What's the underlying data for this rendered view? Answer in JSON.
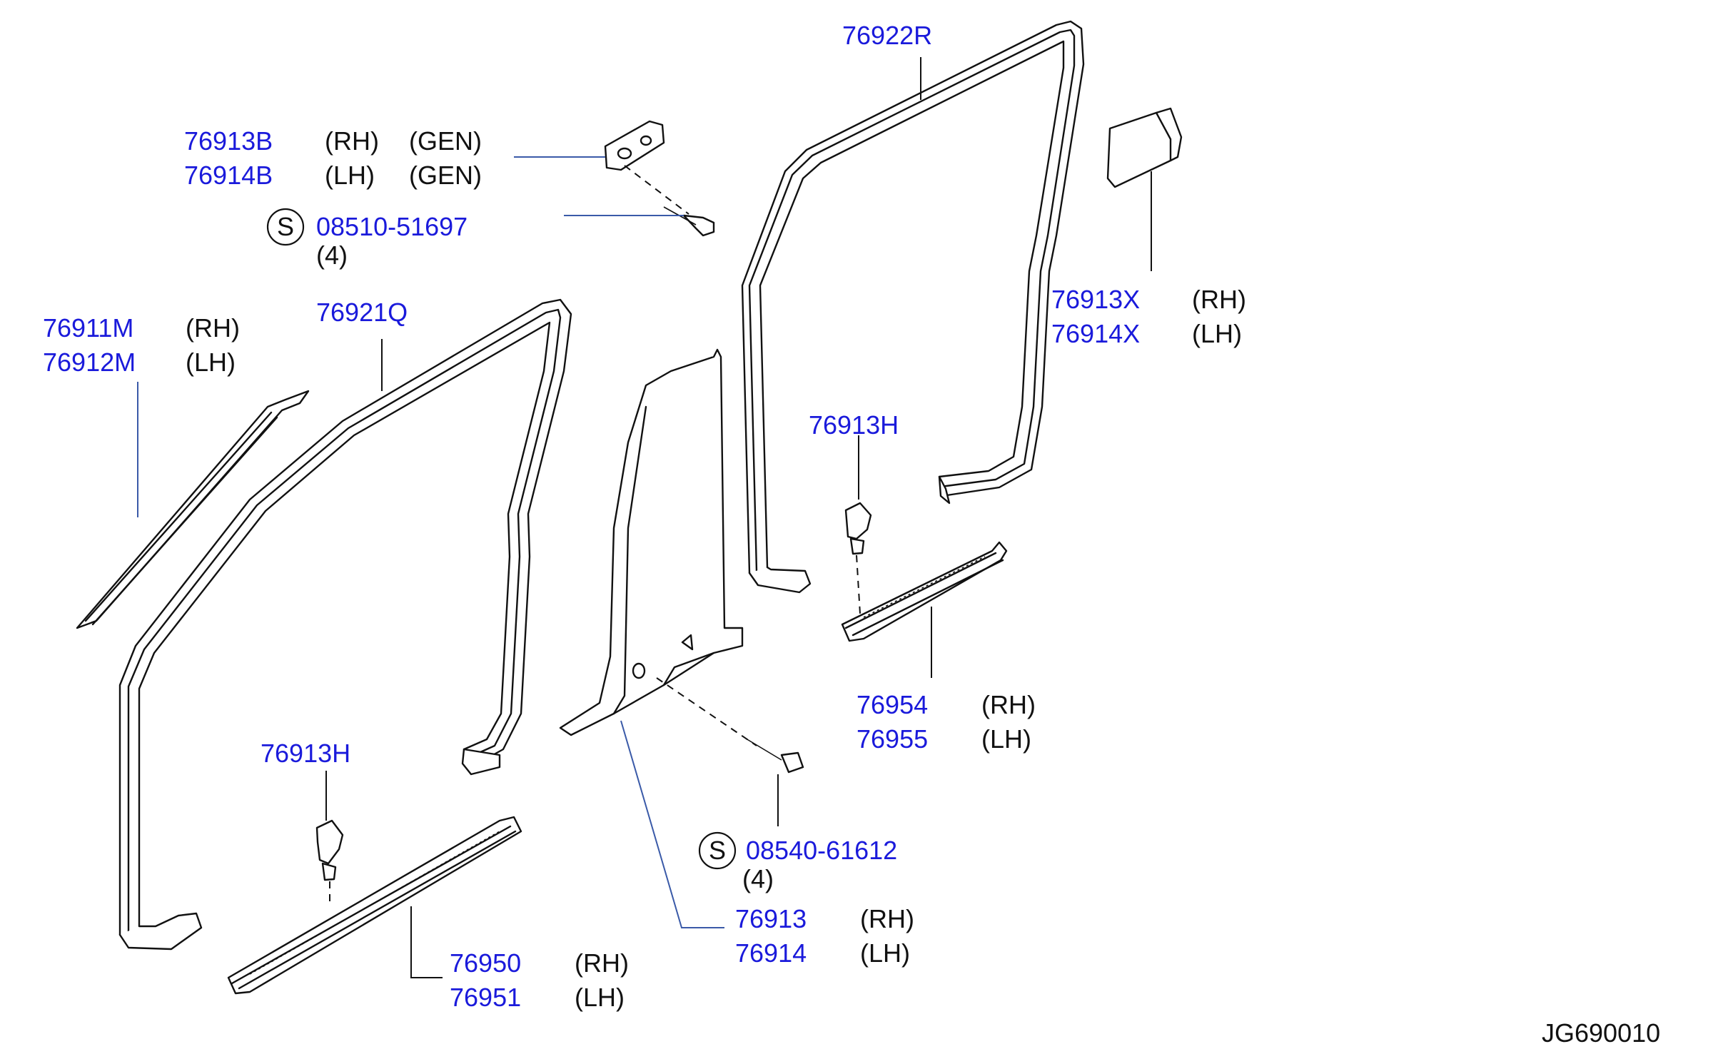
{
  "parts": {
    "p76922R": "76922R",
    "p76913B": "76913B",
    "p76914B": "76914B",
    "rh": "(RH)",
    "lh": "(LH)",
    "gen": "(GEN)",
    "s_symbol": "S",
    "p08510": "08510-51697",
    "qty4": "(4)",
    "p76913X": "76913X",
    "p76914X": "76914X",
    "p76911M": "76911M",
    "p76912M": "76912M",
    "p76921Q": "76921Q",
    "p76913H": "76913H",
    "p76954": "76954",
    "p76955": "76955",
    "p08540": "08540-61612",
    "p76913": "76913",
    "p76914": "76914",
    "p76950": "76950",
    "p76951": "76951"
  },
  "diagram_code": "JG690010",
  "colors": {
    "part_number": "#1a1adb",
    "text": "#111111",
    "line": "#111111"
  }
}
